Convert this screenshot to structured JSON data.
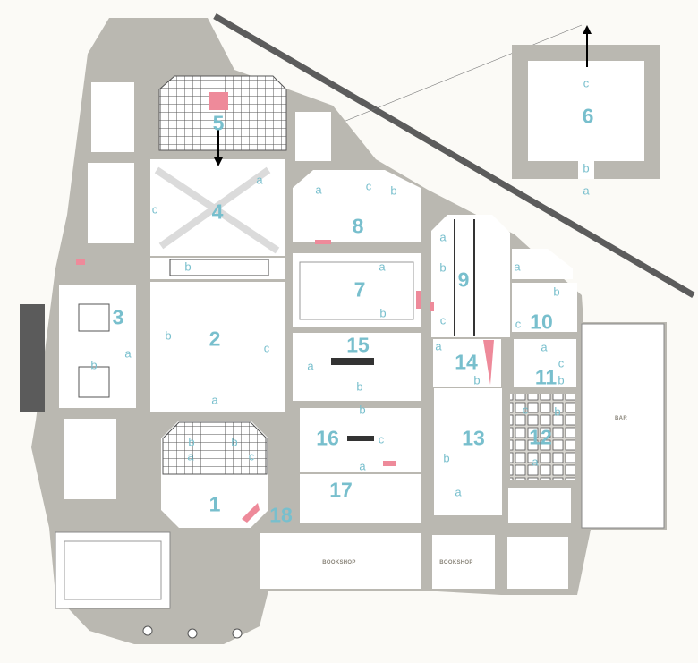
{
  "colors": {
    "wall": "#bab8b1",
    "room": "#ffffff",
    "label": "#78bfcd",
    "accent": "#ee8a9a",
    "line": "#6f6f6f"
  },
  "rooms": {
    "r1": {
      "num": "1",
      "subs": [
        "a",
        "b",
        "c"
      ]
    },
    "r2": {
      "num": "2",
      "subs": [
        "a",
        "b",
        "c"
      ]
    },
    "r3": {
      "num": "3",
      "subs": [
        "a",
        "b"
      ]
    },
    "r4": {
      "num": "4",
      "subs": [
        "a",
        "b",
        "c"
      ]
    },
    "r5": {
      "num": "5"
    },
    "r6": {
      "num": "6",
      "subs": [
        "a",
        "b",
        "c"
      ]
    },
    "r7": {
      "num": "7",
      "subs": [
        "a",
        "b"
      ]
    },
    "r8": {
      "num": "8",
      "subs": [
        "a",
        "b",
        "c"
      ]
    },
    "r9": {
      "num": "9",
      "subs": [
        "a",
        "b",
        "c"
      ]
    },
    "r10": {
      "num": "10",
      "subs": [
        "a",
        "b",
        "c"
      ]
    },
    "r11": {
      "num": "11",
      "subs": [
        "a",
        "b",
        "c"
      ]
    },
    "r12": {
      "num": "12",
      "subs": [
        "a",
        "b",
        "c"
      ]
    },
    "r13": {
      "num": "13",
      "subs": [
        "a",
        "b"
      ]
    },
    "r14": {
      "num": "14",
      "subs": [
        "a",
        "b"
      ]
    },
    "r15": {
      "num": "15",
      "subs": [
        "a",
        "b"
      ]
    },
    "r16": {
      "num": "16",
      "subs": [
        "a",
        "b",
        "c"
      ]
    },
    "r17": {
      "num": "17"
    },
    "r18": {
      "num": "18"
    }
  },
  "areas": {
    "bar": "BAR",
    "bookshop_1": "BOOKSHOP",
    "bookshop_2": "BOOKSHOP"
  }
}
